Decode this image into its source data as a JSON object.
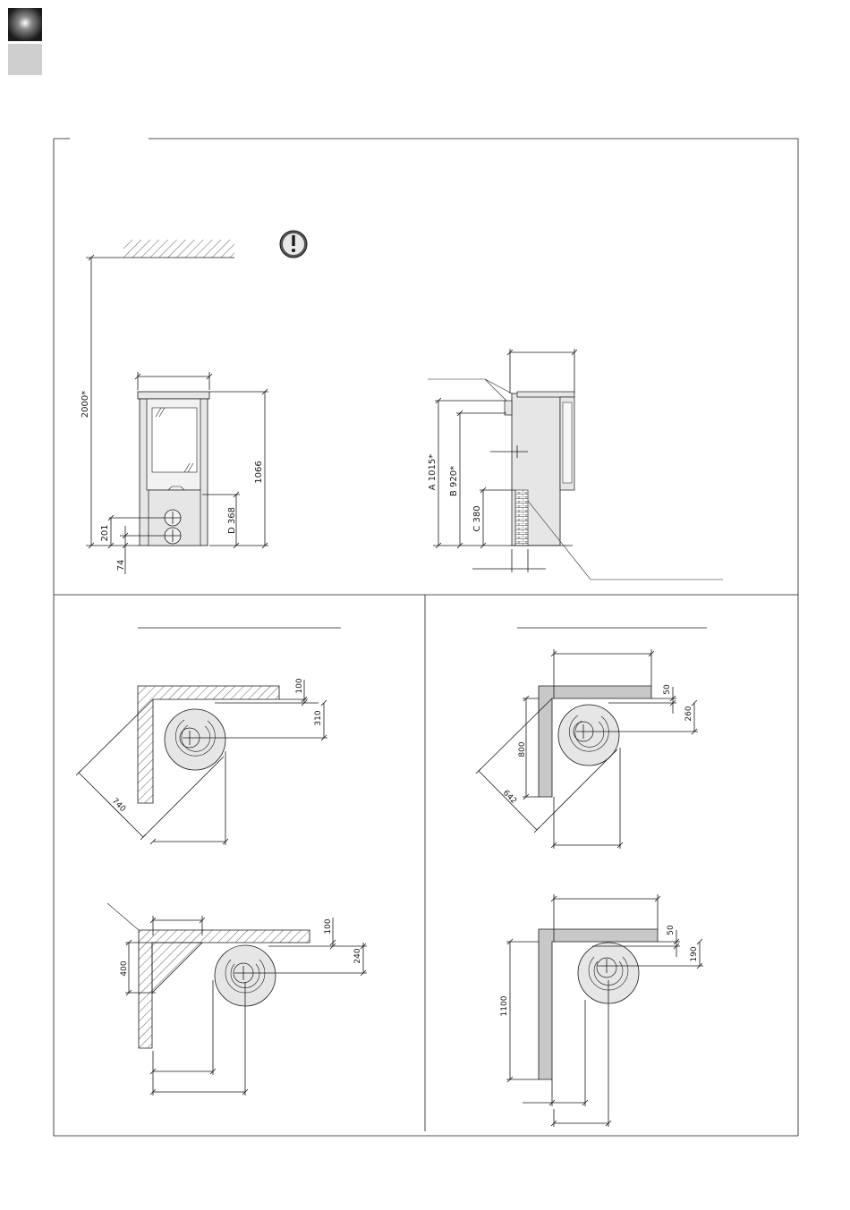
{
  "colors": {
    "line": "#1a1a1a",
    "stove_fill": "#e6e6e6",
    "wall_grey": "#c8c8c8",
    "badge_top": "#2a2a2a",
    "badge_bottom": "#cfcfcf"
  },
  "icons": {
    "warning": "exclamation-circle-icon"
  },
  "front_view": {
    "height_clearance": "2000*",
    "total_height": "1066",
    "outlet_d": "D 368",
    "outlet_spacing": "201",
    "base_offset": "74"
  },
  "side_view": {
    "a_height": "A 1015*",
    "b_height": "B 920*",
    "c_height": "C 380"
  },
  "panel_combustible_wall": {
    "corner_top": {
      "wall_gap": "100",
      "center_offset": "310",
      "diagonal": "740"
    },
    "corner_bottom": {
      "wall_gap": "100",
      "center_offset": "240",
      "corner_depth": "400"
    }
  },
  "panel_firewall": {
    "corner_top": {
      "wall_gap": "50",
      "center_offset": "260",
      "side_length": "800",
      "diagonal": "642"
    },
    "corner_bottom": {
      "wall_gap": "50",
      "center_offset": "190",
      "side_length": "1100"
    }
  }
}
